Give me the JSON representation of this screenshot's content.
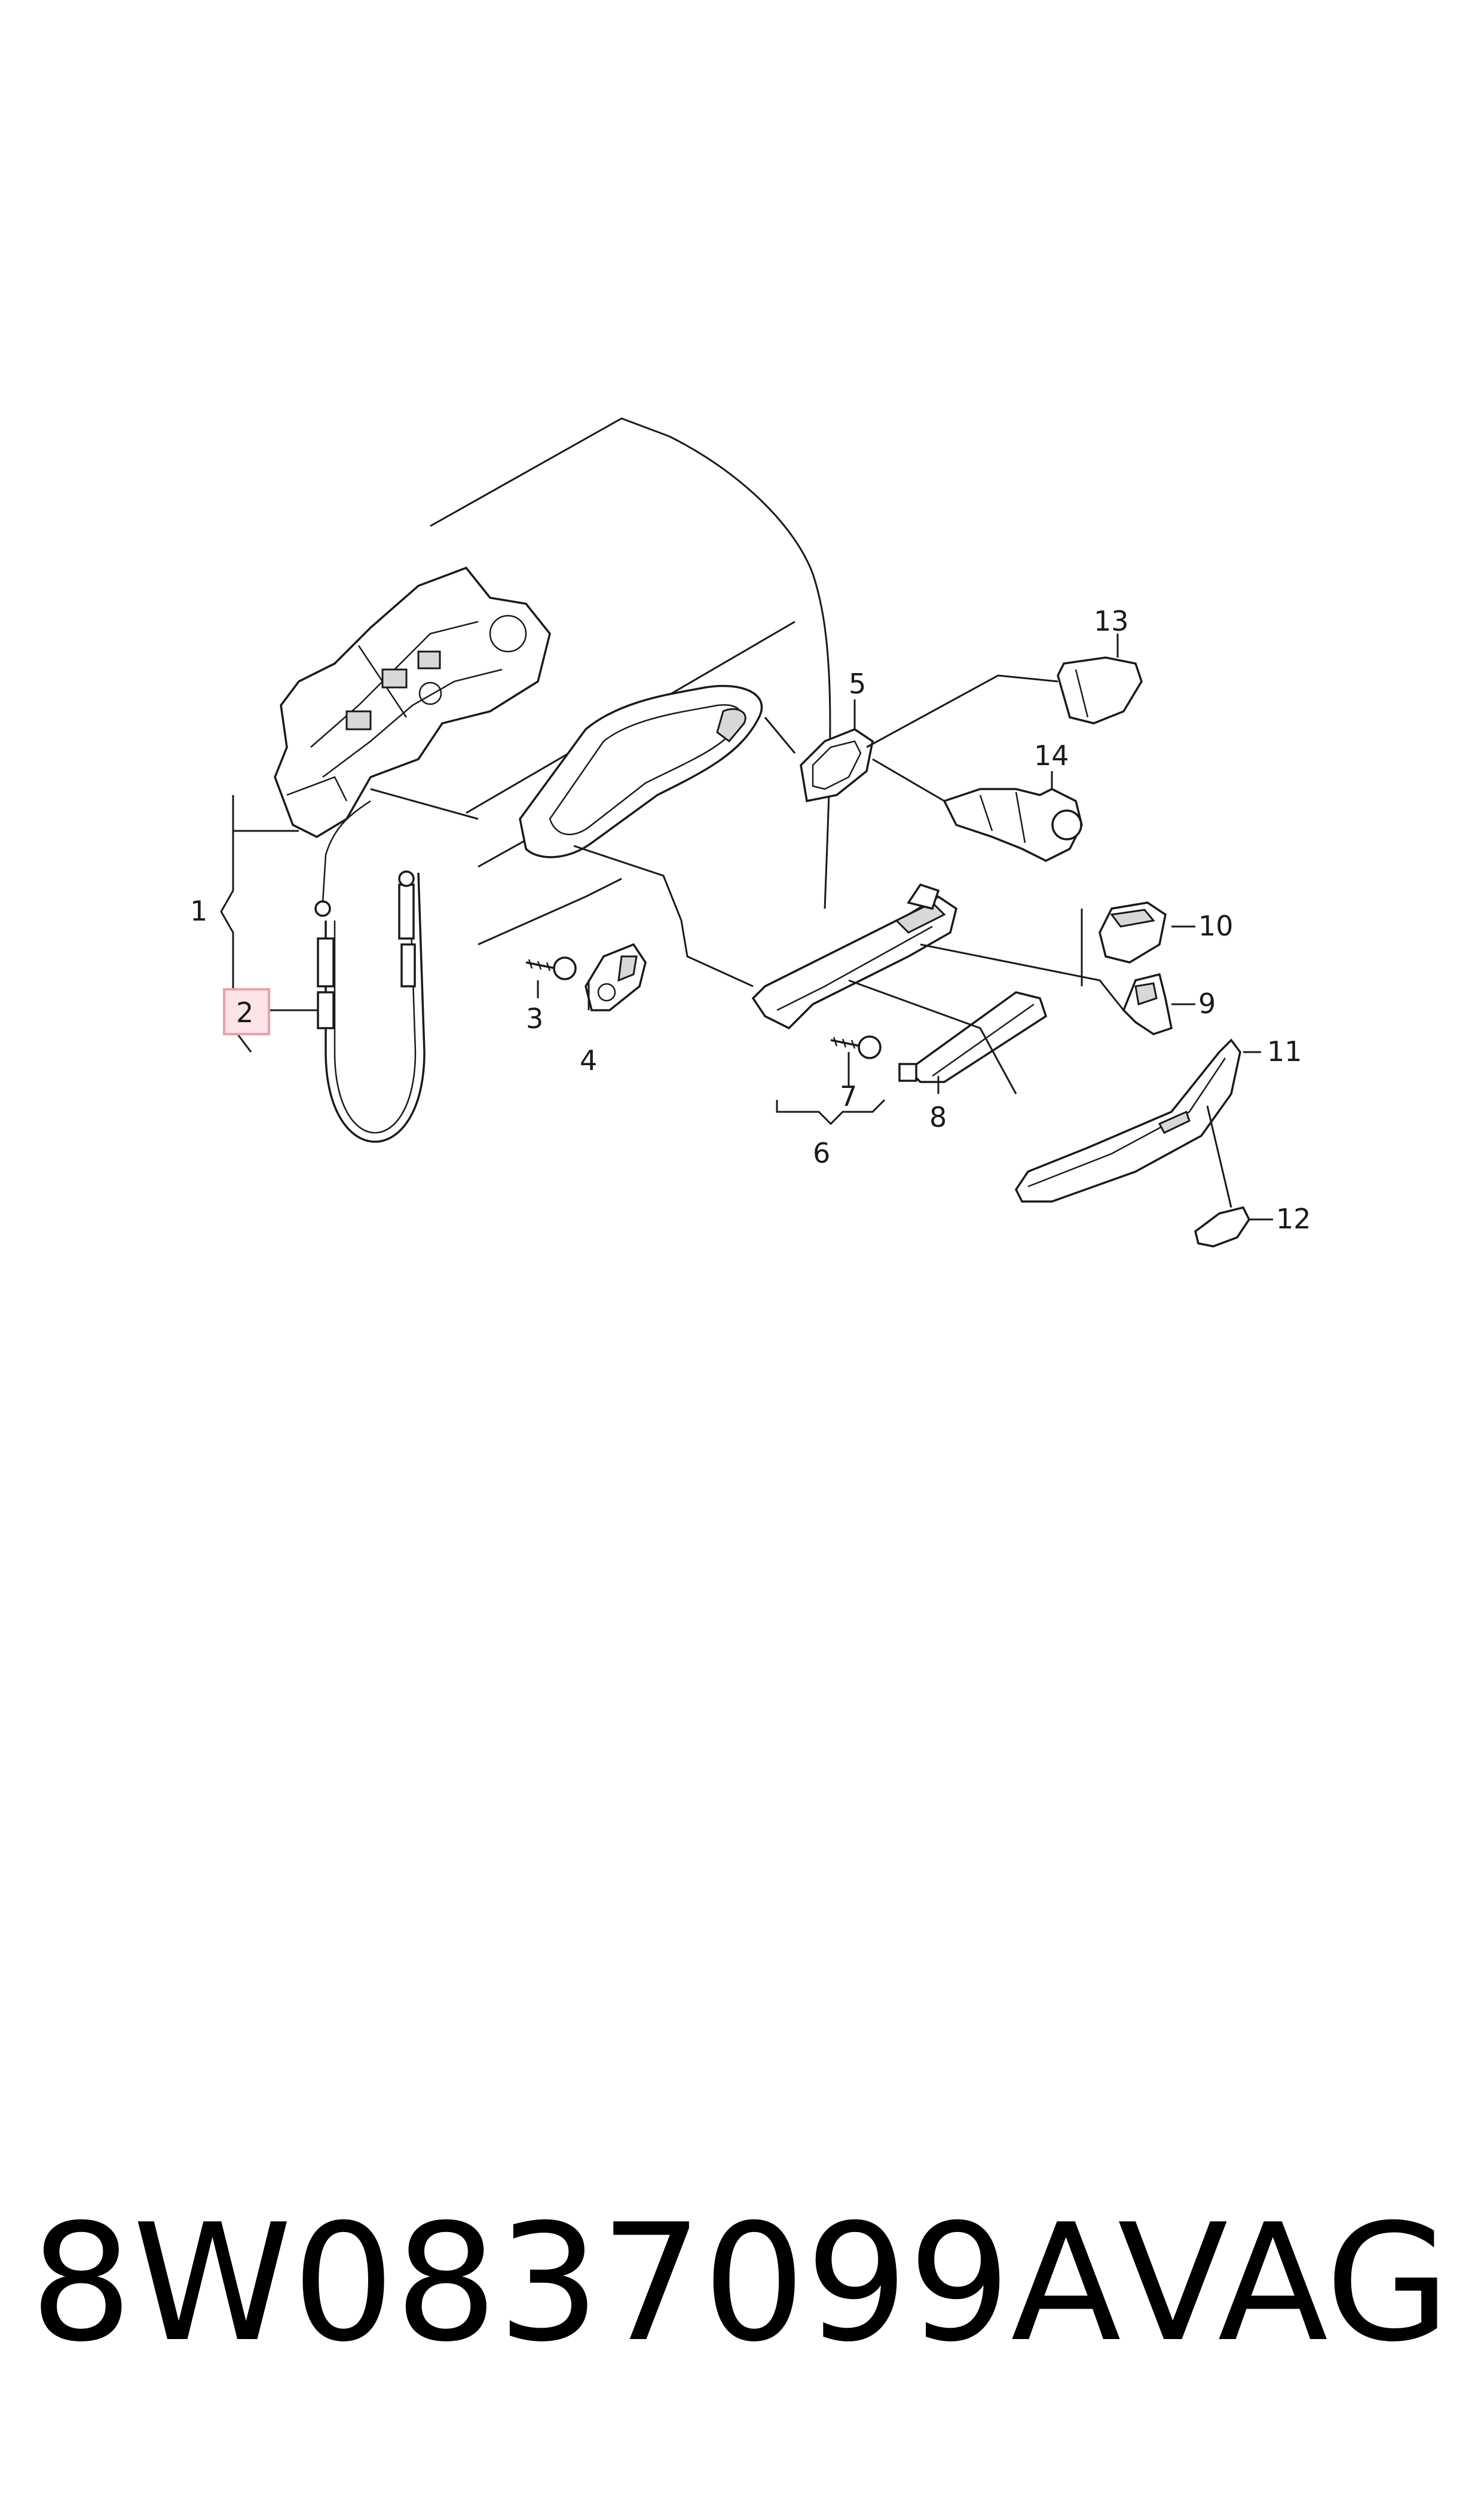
{
  "callouts": {
    "c1": "1",
    "c2": "2",
    "c3": "3",
    "c4": "4",
    "c5": "5",
    "c6": "6",
    "c7": "7",
    "c8": "8",
    "c9": "9",
    "c10": "10",
    "c11": "11",
    "c12": "12",
    "c13": "13",
    "c14": "14"
  },
  "highlight": {
    "callout": "2",
    "color": "#e8a0a8"
  },
  "footer": {
    "part_number": "8W0837099A",
    "brand": "VAG"
  }
}
